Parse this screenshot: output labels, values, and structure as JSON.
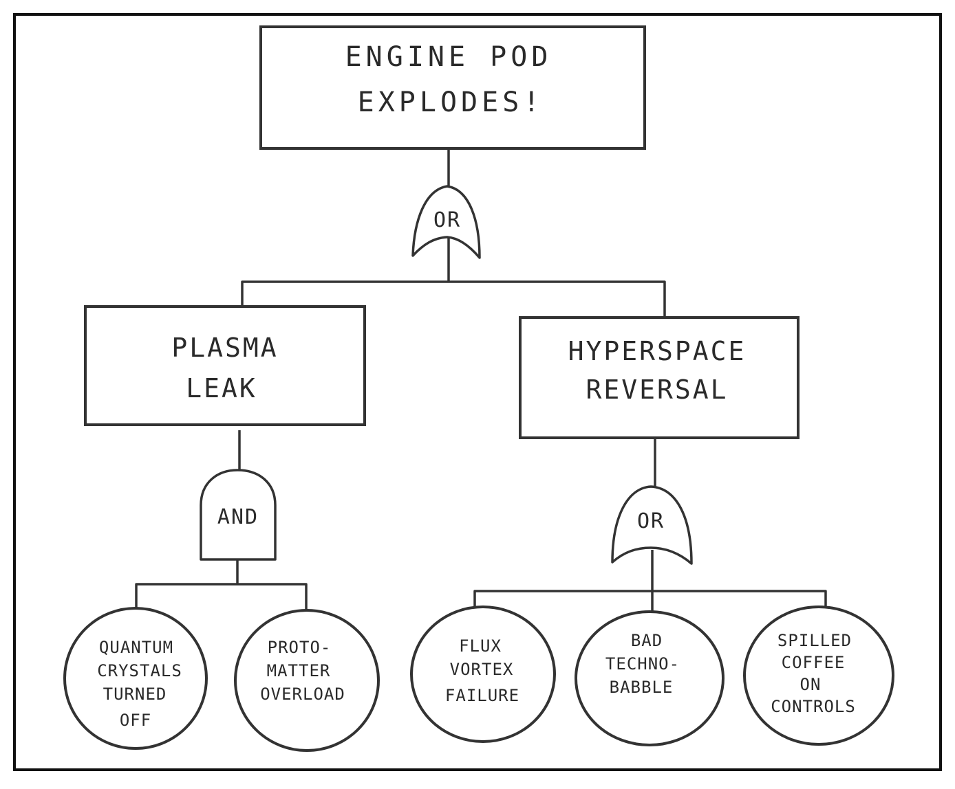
{
  "diagram": {
    "top_event": {
      "lines": [
        "ENGINE POD",
        "EXPLODES!"
      ]
    },
    "top_gate": {
      "label": "OR"
    },
    "intermediate_events": [
      {
        "lines": [
          "PLASMA",
          "LEAK"
        ],
        "gate": {
          "label": "AND"
        },
        "basic_events": [
          {
            "lines": [
              "QUANTUM",
              "CRYSTALS",
              "TURNED",
              "OFF"
            ]
          },
          {
            "lines": [
              "PROTO-",
              "MATTER",
              "OVERLOAD"
            ]
          }
        ]
      },
      {
        "lines": [
          "HYPERSPACE",
          "REVERSAL"
        ],
        "gate": {
          "label": "OR"
        },
        "basic_events": [
          {
            "lines": [
              "FLUX",
              "VORTEX",
              "FAILURE"
            ]
          },
          {
            "lines": [
              "BAD",
              "TECHNO-",
              "BABBLE"
            ]
          },
          {
            "lines": [
              "SPILLED",
              "COFFEE",
              "ON",
              "CONTROLS"
            ]
          }
        ]
      }
    ]
  }
}
